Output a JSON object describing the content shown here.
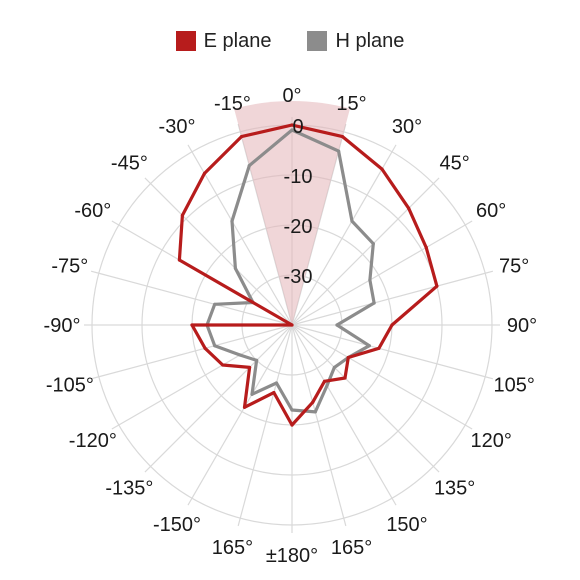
{
  "chart_data": {
    "type": "polar-line",
    "title": "",
    "legend_position": "top-center",
    "grid": true,
    "r_range_db": [
      -40,
      0
    ],
    "radial_ticks": [
      0,
      -10,
      -20,
      -30
    ],
    "radial_tick_labels": [
      "0",
      "-10",
      "-20",
      "-30"
    ],
    "angle_ticks_deg": [
      0,
      15,
      30,
      45,
      60,
      75,
      90,
      105,
      120,
      135,
      150,
      165,
      180,
      -165,
      -150,
      -135,
      -120,
      -105,
      -90,
      -75,
      -60,
      -45,
      -30,
      -15
    ],
    "angle_tick_labels": [
      "0°",
      "15°",
      "30°",
      "45°",
      "60°",
      "75°",
      "90°",
      "105°",
      "120°",
      "135°",
      "150°",
      "165°",
      "±180°",
      "165°",
      "-150°",
      "-135°",
      "-120°",
      "-105°",
      "-90°",
      "-75°",
      "-60°",
      "-45°",
      "-30°",
      "-15°"
    ],
    "highlight_sector_deg": [
      -15,
      15
    ],
    "colors": {
      "e_plane": "#b71c1c",
      "h_plane": "#8c8c8c",
      "sector": "#e3b5b8",
      "grid": "#d9d9d9"
    },
    "series": [
      {
        "name": "E plane",
        "angles_deg": [
          -180,
          -165,
          -150,
          -135,
          -120,
          -105,
          -90,
          -75,
          -60,
          -45,
          -30,
          -15,
          0,
          15,
          30,
          45,
          60,
          75,
          90,
          105,
          120,
          135,
          150,
          165
        ],
        "values_db": [
          -20,
          -26,
          -21,
          -28,
          -24,
          -22,
          -20,
          -40,
          -14,
          -9,
          -5,
          -1,
          0,
          -1,
          -4,
          -7,
          -9,
          -10,
          -20,
          -22,
          -27,
          -25,
          -27,
          -24
        ]
      },
      {
        "name": "H plane",
        "angles_deg": [
          -180,
          -165,
          -150,
          -135,
          -120,
          -105,
          -90,
          -75,
          -60,
          -45,
          -30,
          -15,
          0,
          15,
          30,
          45,
          60,
          75,
          90,
          105,
          120,
          135,
          150,
          165
        ],
        "values_db": [
          -23,
          -28,
          -24,
          -30,
          -28,
          -24,
          -23,
          -24,
          -31,
          -24,
          -16,
          -7,
          -1,
          -4,
          -16,
          -17,
          -22,
          -23,
          -31,
          -24,
          -27,
          -28,
          -26,
          -22
        ]
      }
    ]
  }
}
